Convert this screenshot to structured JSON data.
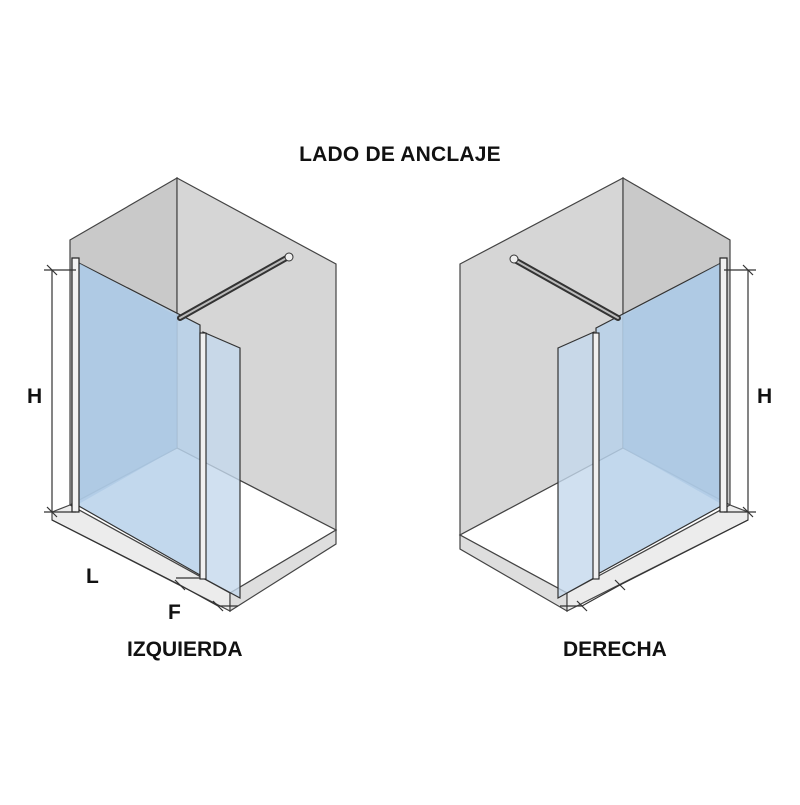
{
  "title": "LADO DE ANCLAJE",
  "left": {
    "caption": "IZQUIERDA",
    "dims": {
      "height": "H",
      "length": "L",
      "fixing": "F"
    }
  },
  "right": {
    "caption": "DERECHA",
    "dims": {
      "height": "H"
    }
  },
  "colors": {
    "wall": "#d2d2d2",
    "wall_back": "#c4c4c4",
    "wall_side": "#dcdcdc",
    "floor": "#ffffff",
    "base_front": "#e6e6e6",
    "glass": "#b8d3ec",
    "glass_edge": "#2a2a2a",
    "outline": "#333333"
  }
}
